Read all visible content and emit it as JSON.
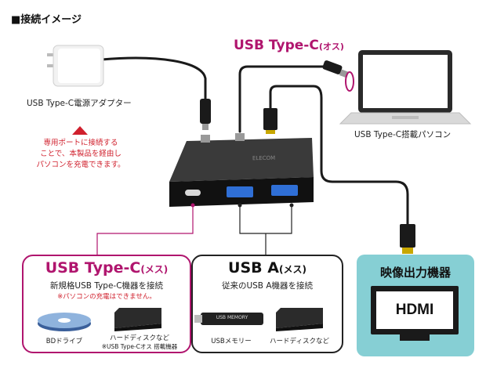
{
  "title": "■接続イメージ",
  "adapter_label": "USB Type-C電源アダプター",
  "usbc_male_label": "USB Type-C",
  "usbc_male_suffix": "(オス)",
  "laptop_label": "USB Type-C搭載パソコン",
  "note_lines": [
    "専用ポートに接続する",
    "ことで、本製品を経由し",
    "パソコンを充電できます。"
  ],
  "hub_brand": "ELECOM",
  "box_c": {
    "title": "USB Type-C",
    "title_suffix": "(メス)",
    "subtitle": "新規格USB Type-C機器を接続",
    "note": "※パソコンの充電はできません。",
    "devices": [
      {
        "caption": "BDドライブ",
        "icon": "disc-icon"
      },
      {
        "caption": "ハードディスクなど",
        "caption2": "※USB Type-Cオス 搭載機器",
        "icon": "hard-drive-icon"
      }
    ]
  },
  "box_a": {
    "title": "USB A",
    "title_suffix": "(メス)",
    "subtitle": "従来のUSB A機器を接続",
    "devices": [
      {
        "caption": "USBメモリー",
        "stick_text": "USB MEMORY",
        "icon": "usb-memory-icon"
      },
      {
        "caption": "ハードディスクなど",
        "icon": "hard-drive-icon"
      }
    ]
  },
  "box_hdmi": {
    "title": "映像出力機器",
    "screen_text": "HDMI"
  },
  "colors": {
    "magenta": "#b0156e",
    "red": "#d0202d",
    "teal": "#86cfd4",
    "cable": "#1a1a1a"
  }
}
